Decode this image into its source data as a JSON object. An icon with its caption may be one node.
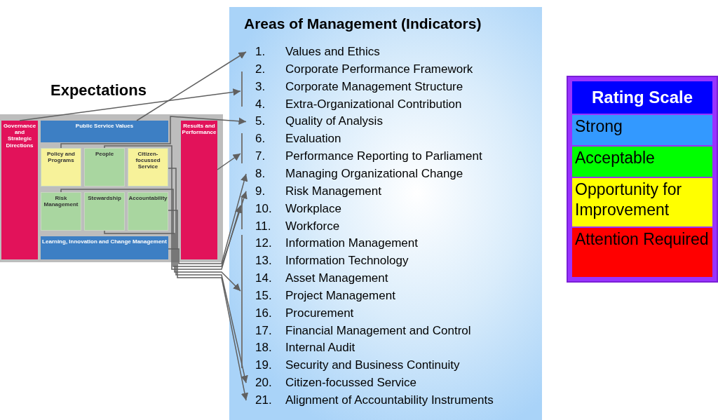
{
  "diagram": {
    "nodes": [
      {
        "text": [
          "Expectations"
        ]
      },
      {
        "text": [
          "Public Service Values"
        ],
        "in": 0
      },
      {
        "text": [
          "Governance and Strategic Directions"
        ],
        "in": 0
      },
      {
        "text": [
          "Policy and Programs"
        ],
        "in": 0
      },
      {
        "text": [
          "People"
        ],
        "in": 0
      },
      {
        "text": [
          "Citizen-focussed Service"
        ],
        "in": 0
      },
      {
        "text": [
          "Results and Performance"
        ],
        "in": 0
      },
      {
        "text": [
          "Risk Management"
        ],
        "in": 0
      },
      {
        "text": [
          "Stewardship"
        ],
        "in": 0
      },
      {
        "text": [
          "Accountability"
        ],
        "in": 0
      },
      {
        "text": [
          "Learning, Innovation and Change Management"
        ],
        "in": 0
      },
      {
        "text": [
          "Areas of Management (Indicators)"
        ]
      },
      {
        "text": [
          "1.",
          "Values and Ethics"
        ],
        "in": 11
      },
      {
        "text": [
          "2.",
          "Corporate Performance Framework"
        ],
        "in": 11
      },
      {
        "text": [
          "3.",
          "Corporate Management Structure"
        ],
        "in": 11
      },
      {
        "text": [
          "4.",
          "Extra-Organizational Contribution"
        ],
        "in": 11
      },
      {
        "text": [
          "5.",
          "Quality of Analysis"
        ],
        "in": 11
      },
      {
        "text": [
          "6.",
          "Evaluation"
        ],
        "in": 11
      },
      {
        "text": [
          "7.",
          "Performance Reporting to Parliament"
        ],
        "in": 11
      },
      {
        "text": [
          "8.",
          "Managing Organizational Change"
        ],
        "in": 11
      },
      {
        "text": [
          "9.",
          "Risk Management"
        ],
        "in": 11
      },
      {
        "text": [
          "10.",
          "Workplace"
        ],
        "in": 11
      },
      {
        "text": [
          "11.",
          "Workforce"
        ],
        "in": 11
      },
      {
        "text": [
          "12.",
          "Information Management"
        ],
        "in": 11
      },
      {
        "text": [
          "13.",
          "Information Technology"
        ],
        "in": 11
      },
      {
        "text": [
          "14.",
          "Asset Management"
        ],
        "in": 11
      },
      {
        "text": [
          "15.",
          "Project Management"
        ],
        "in": 11
      },
      {
        "text": [
          "16.",
          "Procurement"
        ],
        "in": 11
      },
      {
        "text": [
          "17.",
          "Financial Management and Control"
        ],
        "in": 11
      },
      {
        "text": [
          "18.",
          "Internal Audit"
        ],
        "in": 11
      },
      {
        "text": [
          "19.",
          "Security and Business Continuity"
        ],
        "in": 11
      },
      {
        "text": [
          "20.",
          "Citizen-focussed Service"
        ],
        "in": 11
      },
      {
        "text": [
          "21.",
          "Alignment of Accountability Instruments"
        ],
        "in": 11
      },
      {
        "text": [],
        "shape": "bar",
        "in": 11
      },
      {
        "text": [],
        "shape": "bar",
        "in": 11
      },
      {
        "text": [],
        "shape": "bar",
        "in": 11
      },
      {
        "text": [],
        "shape": "bar",
        "in": 11
      }
    ],
    "edges": [
      {
        "from": 1,
        "to": 12,
        "arrow": "to"
      },
      {
        "from": 2,
        "to": 33,
        "arrow": "to"
      },
      {
        "from": 3,
        "to": 16,
        "arrow": "to"
      },
      {
        "from": 6,
        "to": 34,
        "arrow": "to"
      },
      {
        "from": 10,
        "to": 19,
        "arrow": "to"
      },
      {
        "from": 7,
        "to": 20,
        "arrow": "to"
      },
      {
        "from": 4,
        "to": 35,
        "arrow": "to"
      },
      {
        "from": 8,
        "to": 36,
        "arrow": "to"
      },
      {
        "from": 5,
        "to": 31,
        "arrow": "to"
      },
      {
        "from": 9,
        "to": 32,
        "arrow": "to"
      }
    ],
    "labels": [
      "Rating Scale"
    ],
    "legend": [
      {
        "text": "Strong",
        "color": "#3399ff"
      },
      {
        "text": "Acceptable",
        "color": "#00ff00"
      },
      {
        "text": "Opportunity for Improvement",
        "color": "#ffff00"
      },
      {
        "text": "Attention Required",
        "color": "#ff0000"
      }
    ]
  }
}
